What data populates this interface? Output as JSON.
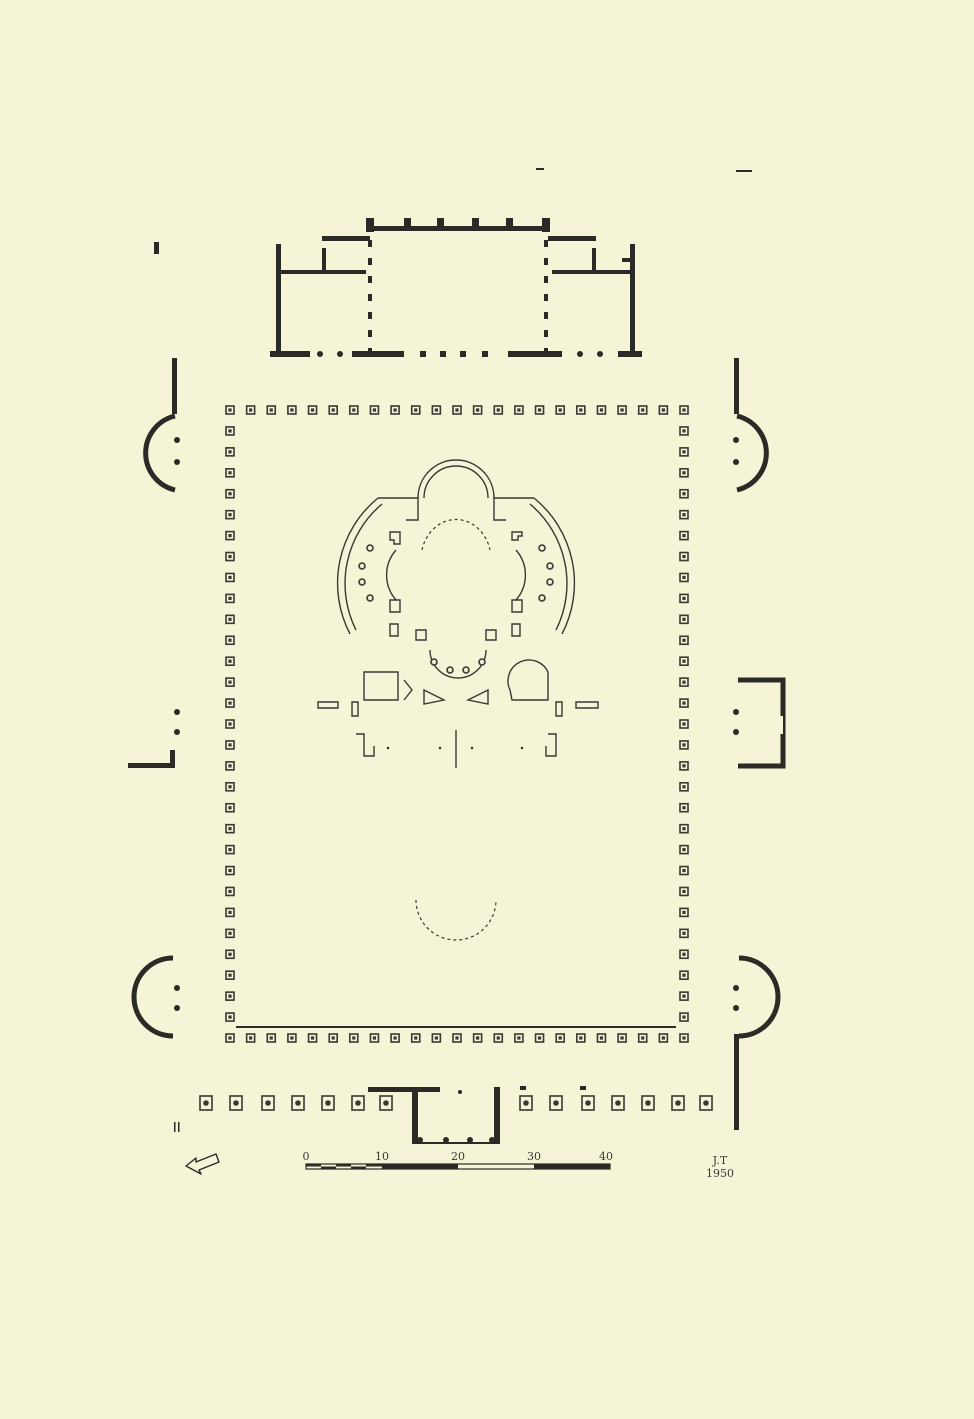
{
  "scale_bar": {
    "ticks": [
      "0",
      "10",
      "20",
      "30",
      "40"
    ]
  },
  "signature": {
    "initials": "J.T",
    "year": "1950"
  },
  "colors": {
    "paper": "#f6f4d6",
    "ink": "#2b2a26"
  },
  "north_arrow": {
    "icon": "arrow-icon"
  }
}
